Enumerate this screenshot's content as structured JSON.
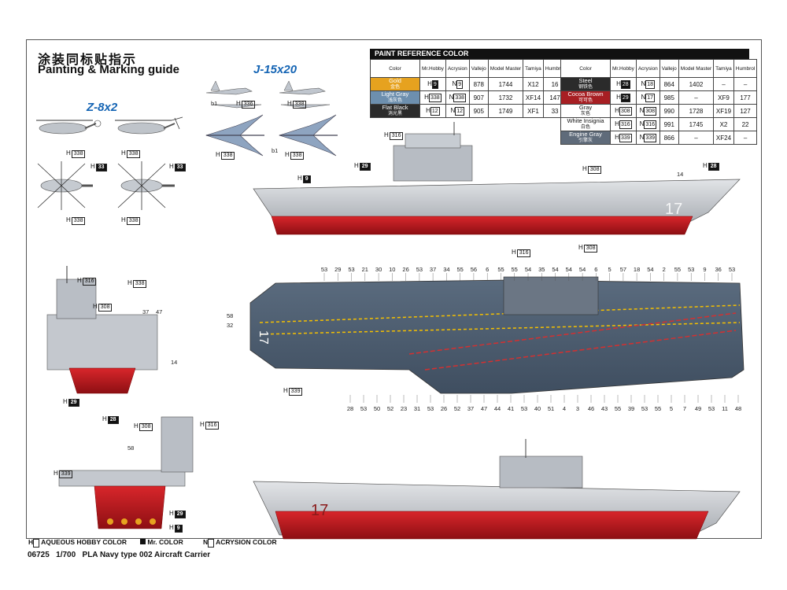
{
  "header": {
    "title_cn": "涂装同标贴指示",
    "title_en": "Painting & Marking guide"
  },
  "aircraft": {
    "z8_label": "Z-8x2",
    "j15_label": "J-15x20",
    "b1": "b1",
    "codes": {
      "h338": "338",
      "h33": "33",
      "h336": "336"
    }
  },
  "paint_table": {
    "title": "PAINT  REFERENCE COLOR",
    "headers": [
      "Color",
      "Mr.Hobby",
      "Acrysion",
      "Vallejo",
      "Model Master",
      "Tamiya",
      "Humbrol"
    ],
    "left_rows": [
      {
        "name": "Gold",
        "cn": "金色",
        "swatch": "#e6a21f",
        "text": "#ffffff",
        "hobby": "9",
        "hobby_dark": true,
        "acry": "9",
        "vallejo": "878",
        "master": "1744",
        "tamiya": "X12",
        "humbrol": "16"
      },
      {
        "name": "Light Gray",
        "cn": "浅灰色",
        "swatch": "#6d8fae",
        "text": "#ffffff",
        "hobby": "338",
        "hobby_dark": false,
        "acry": "338",
        "vallejo": "907",
        "master": "1732",
        "tamiya": "XF14",
        "humbrol": "147"
      },
      {
        "name": "Flat Black",
        "cn": "消光黑",
        "swatch": "#2b2b2b",
        "text": "#ffffff",
        "hobby": "12",
        "hobby_dark": false,
        "acry": "12",
        "vallejo": "905",
        "master": "1749",
        "tamiya": "XF1",
        "humbrol": "33"
      }
    ],
    "right_rows": [
      {
        "name": "Steel",
        "cn": "钢铁色",
        "swatch": "#2b2b2b",
        "text": "#ffffff",
        "hobby": "28",
        "hobby_dark": true,
        "acry": "18",
        "vallejo": "864",
        "master": "1402",
        "tamiya": "–",
        "humbrol": "–"
      },
      {
        "name": "Cocoa Brown",
        "cn": "可可色",
        "swatch": "#a71f23",
        "text": "#ffffff",
        "hobby": "29",
        "hobby_dark": true,
        "acry": "17",
        "vallejo": "985",
        "master": "–",
        "tamiya": "XF9",
        "humbrol": "177"
      },
      {
        "name": "Gray",
        "cn": "灰色",
        "swatch": "#ffffff",
        "text": "#111111",
        "hobby": "308",
        "hobby_dark": false,
        "acry": "308",
        "vallejo": "990",
        "master": "1728",
        "tamiya": "XF19",
        "humbrol": "127"
      },
      {
        "name": "White Insignia",
        "cn": "白色",
        "swatch": "#ffffff",
        "text": "#111111",
        "hobby": "316",
        "hobby_dark": false,
        "acry": "316",
        "vallejo": "991",
        "master": "1745",
        "tamiya": "X2",
        "humbrol": "22"
      },
      {
        "name": "Engine Gray",
        "cn": "引擎灰",
        "swatch": "#5f6b7a",
        "text": "#ffffff",
        "hobby": "339",
        "hobby_dark": false,
        "acry": "339",
        "vallejo": "866",
        "master": "–",
        "tamiya": "XF24",
        "humbrol": "–"
      }
    ]
  },
  "side_view": {
    "codes": {
      "c316": "316",
      "c29": "29",
      "c9": "9",
      "c308": "308",
      "c28": "28",
      "c14": "14"
    },
    "hull_number": "17"
  },
  "deck_numbers": {
    "top": [
      "53",
      "29",
      "53",
      "21",
      "30",
      "10",
      "26",
      "53",
      "37",
      "34",
      "55",
      "56",
      "6",
      "55",
      "55",
      "54",
      "35",
      "54",
      "54",
      "54",
      "6",
      "5",
      "57",
      "18",
      "54",
      "2",
      "55",
      "53",
      "9",
      "36",
      "53"
    ],
    "left": [
      "58",
      "32"
    ],
    "bottom": [
      "28",
      "53",
      "50",
      "52",
      "23",
      "31",
      "53",
      "26",
      "52",
      "37",
      "47",
      "44",
      "41",
      "53",
      "40",
      "51",
      "4",
      "3",
      "46",
      "43",
      "55",
      "39",
      "53",
      "55",
      "5",
      "7",
      "49",
      "53",
      "11",
      "48"
    ],
    "codes": {
      "c316": "316",
      "c308": "308",
      "c339": "339"
    }
  },
  "island_view": {
    "codes": {
      "c316": "316",
      "c338": "338",
      "c308": "308",
      "c29": "29",
      "c28": "28"
    },
    "numbers": [
      "37",
      "47",
      "14"
    ]
  },
  "stern_view": {
    "codes": {
      "c308": "308",
      "c316": "316",
      "c339": "339",
      "c29": "29",
      "c9": "9"
    },
    "numbers": [
      "58"
    ]
  },
  "legend": {
    "aqueous": "AQUEOUS HOBBY COLOR",
    "mrcolor": "Mr. COLOR",
    "acrysion": "ACRYSION COLOR"
  },
  "footer": {
    "code": "06725",
    "scale": "1/700",
    "name": "PLA Navy type 002 Aircraft Carrier"
  },
  "colors": {
    "hull_gray": "#c9ccd1",
    "hull_red": "#c4161c",
    "deck_blue": "#4d5f73",
    "island_gray": "#bfc4cb",
    "accent_blue": "#1464b4"
  }
}
